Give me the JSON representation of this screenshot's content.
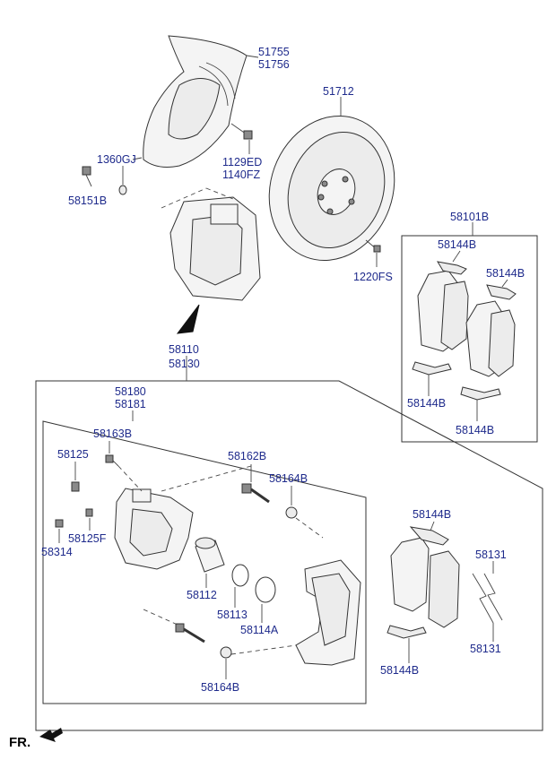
{
  "labels": {
    "l51755": "51755",
    "l51756": "51756",
    "l51712": "51712",
    "l1360gj": "1360GJ",
    "l1129ed": "1129ED",
    "l1140fz": "1140FZ",
    "l58151b": "58151B",
    "l58101b": "58101B",
    "l58144b_a": "58144B",
    "l58144b_b": "58144B",
    "l1220fs": "1220FS",
    "l58144b_c": "58144B",
    "l58144b_d": "58144B",
    "l58110": "58110",
    "l58130": "58130",
    "l58180": "58180",
    "l58181": "58181",
    "l58163b": "58163B",
    "l58125": "58125",
    "l58162b": "58162B",
    "l58164b_a": "58164B",
    "l58125f": "58125F",
    "l58314": "58314",
    "l58112": "58112",
    "l58113": "58113",
    "l58114a": "58114A",
    "l58164b_b": "58164B",
    "l58144b_e": "58144B",
    "l58131_a": "58131",
    "l58131_b": "58131",
    "l58144b_f": "58144B",
    "fr": "FR."
  },
  "colors": {
    "label": "#1f2b8c",
    "line": "#333333",
    "part_fill": "#ececec"
  }
}
